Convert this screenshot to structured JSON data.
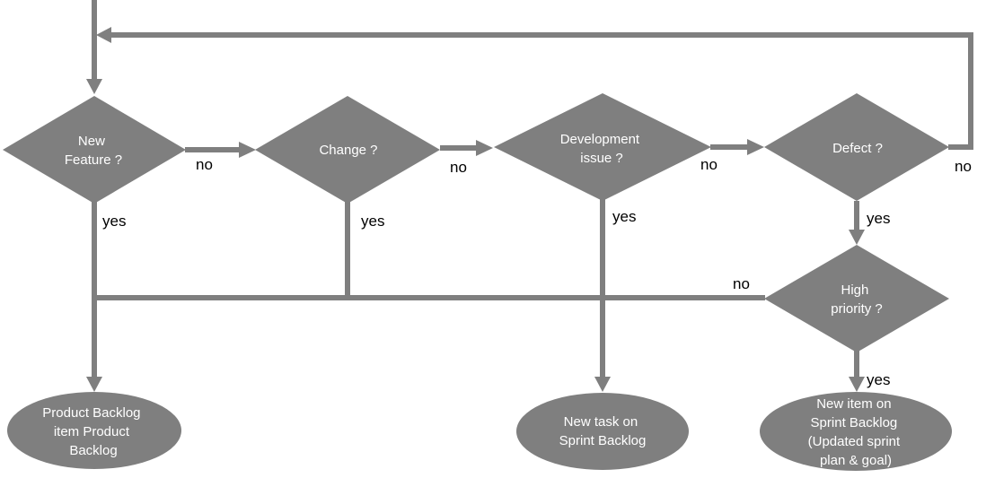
{
  "colors": {
    "shape_fill": "#7f7f7f",
    "node_text": "#ffffff",
    "edge_label_text": "#000000",
    "background": "#ffffff"
  },
  "nodes": {
    "new_feature": {
      "shape": "diamond",
      "lines": [
        "New",
        "Feature ?"
      ]
    },
    "change": {
      "shape": "diamond",
      "lines": [
        "Change  ?"
      ]
    },
    "development_issue": {
      "shape": "diamond",
      "lines": [
        "Development",
        "issue ?"
      ]
    },
    "defect": {
      "shape": "diamond",
      "lines": [
        "Defect  ?"
      ]
    },
    "high_priority": {
      "shape": "diamond",
      "lines": [
        "High",
        "priority ?"
      ]
    },
    "product_backlog": {
      "shape": "ellipse",
      "lines": [
        "Product Backlog",
        "item Product",
        "Backlog"
      ]
    },
    "new_task": {
      "shape": "ellipse",
      "lines": [
        "New task on",
        "Sprint Backlog"
      ]
    },
    "new_item_sprint": {
      "shape": "ellipse",
      "lines": [
        "New item on",
        "Sprint Backlog",
        "(Updated sprint",
        "plan & goal)"
      ]
    }
  },
  "edge_labels": {
    "new_feature_no": "no",
    "change_no": "no",
    "development_no": "no",
    "defect_no": "no",
    "new_feature_yes": "yes",
    "change_yes": "yes",
    "development_yes": "yes",
    "defect_yes": "yes",
    "high_priority_no": "no",
    "high_priority_yes": "yes"
  }
}
